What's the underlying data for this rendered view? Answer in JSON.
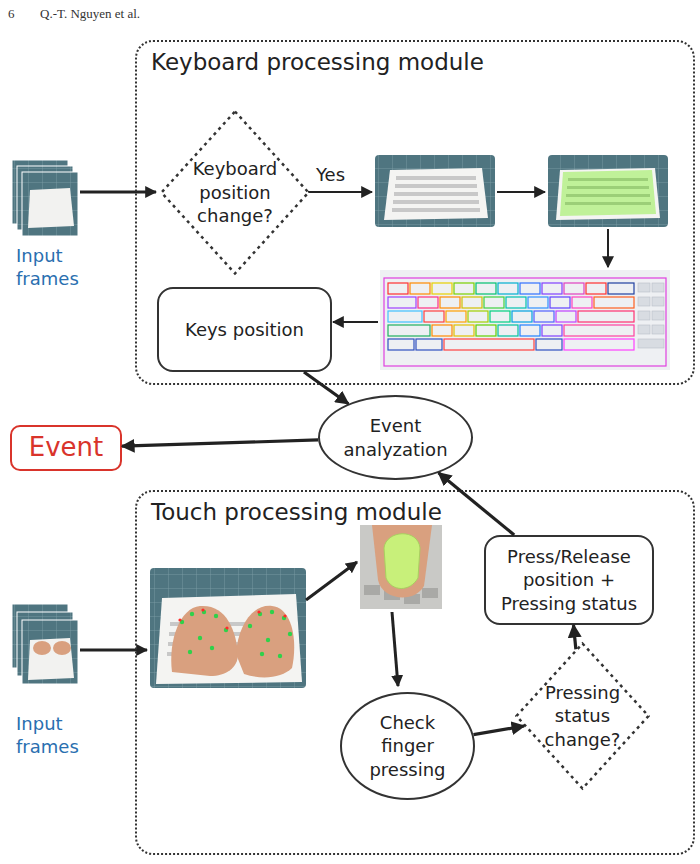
{
  "diagram": {
    "nodes": [
      {
        "text": [
          "Keyboard processing module"
        ]
      },
      {
        "text": [
          "Keyboard position change?"
        ],
        "in": 0
      },
      {
        "text": [
          "Keys position"
        ],
        "in": 0
      },
      {
        "text": [
          "Event"
        ]
      },
      {
        "text": [
          "Event analyzation"
        ]
      },
      {
        "text": [
          "Touch processing module"
        ]
      },
      {
        "text": [
          "Press/Release position + Pressing status"
        ],
        "in": 5
      },
      {
        "text": [
          "Check finger pressing"
        ],
        "in": 5
      },
      {
        "text": [
          "Pressing status change?"
        ],
        "in": 5
      }
    ],
    "edges": [
      {
        "from": 2,
        "to": 4,
        "arrow": "to"
      },
      {
        "from": 4,
        "to": 3,
        "arrow": "to"
      },
      {
        "from": 6,
        "to": 4,
        "arrow": "to"
      },
      {
        "from": 7,
        "to": 8,
        "arrow": "to"
      },
      {
        "from": 8,
        "to": 6,
        "arrow": "to"
      }
    ],
    "labels": [
      "6",
      "Q.-T. Nguyen et al.",
      "Input frames",
      "Yes",
      "Input frames"
    ]
  }
}
